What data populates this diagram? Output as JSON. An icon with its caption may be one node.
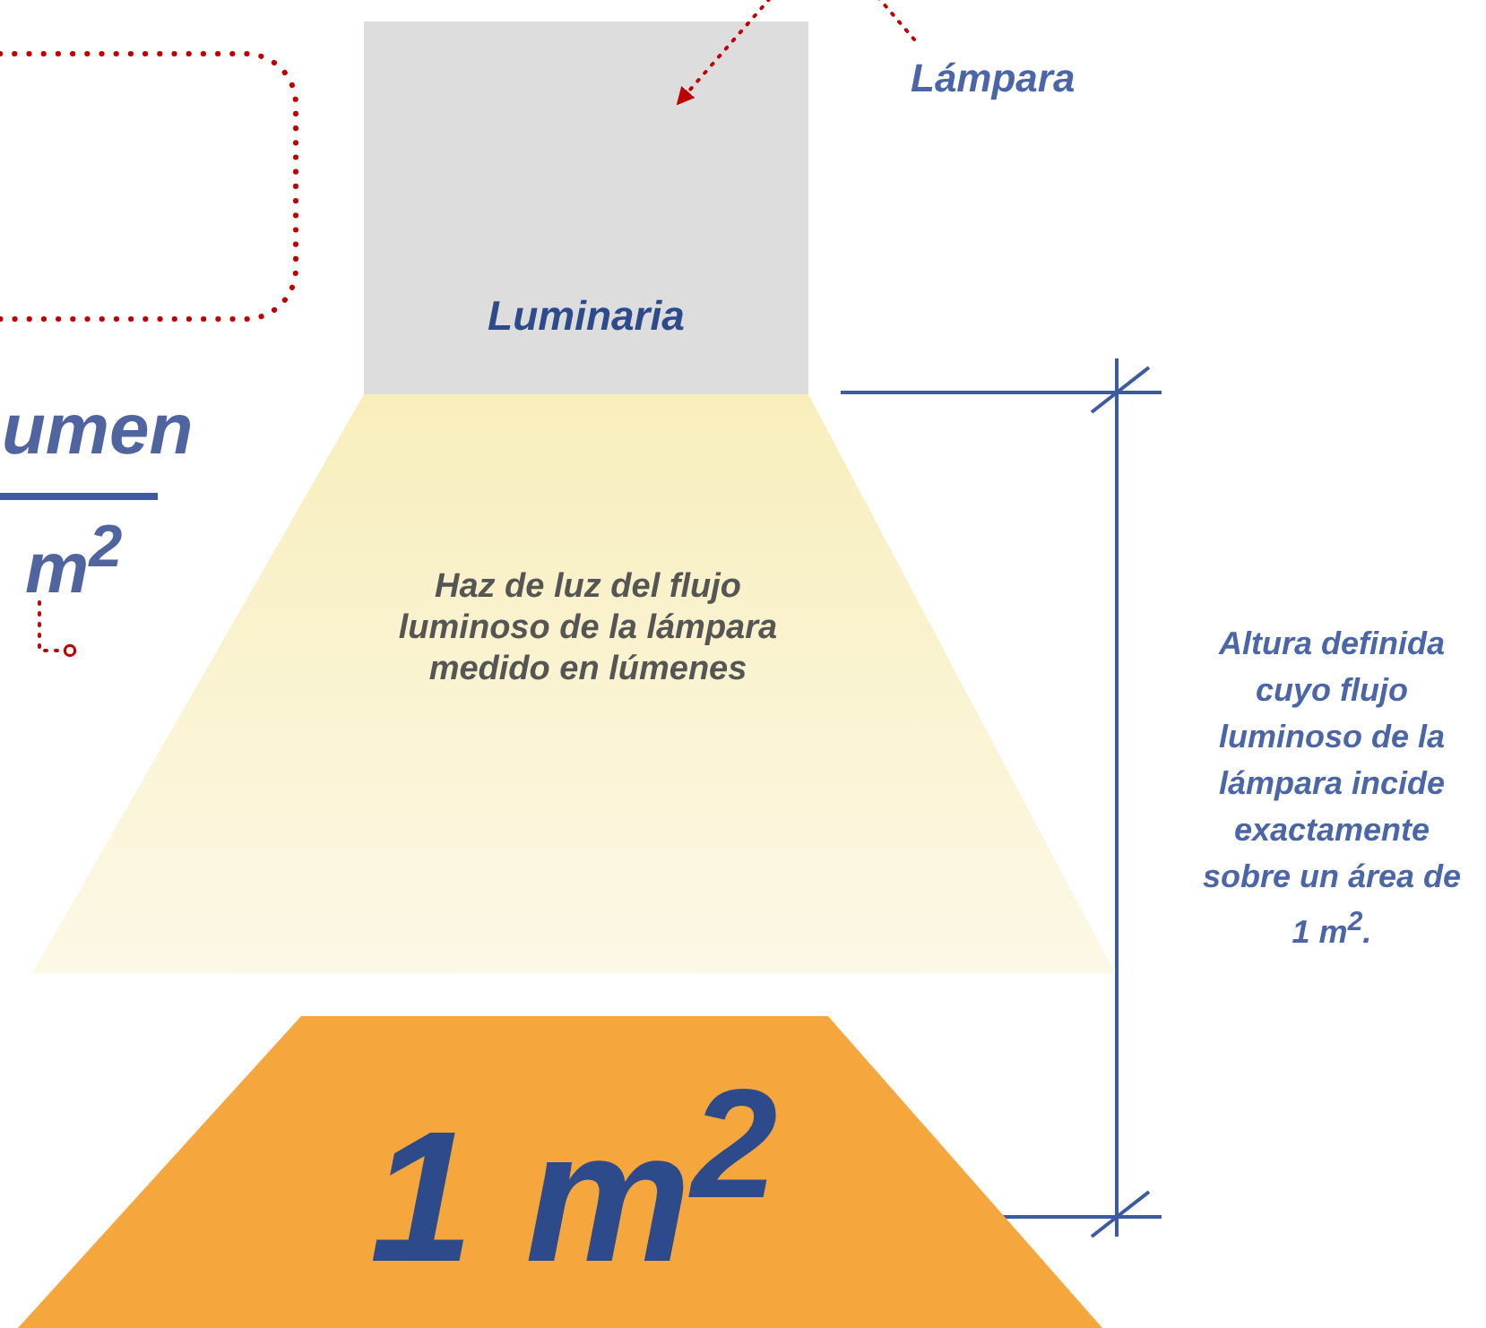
{
  "diagram": {
    "nodes": [
      {
        "text": [],
        "shape": "box"
      },
      {
        "text": [
          "Luminaria"
        ]
      },
      {
        "text": [
          "Lámpara"
        ]
      },
      {
        "text": [
          "umen",
          "m$^{2}$"
        ]
      },
      {
        "text": [
          "Haz de luz del flujo luminoso de la lámpara medido en lúmenes"
        ]
      },
      {
        "text": [
          "1 m$^{2}$"
        ]
      }
    ],
    "edges": [
      {
        "from": 2,
        "to": 1,
        "arrow": "to",
        "style": "dashed"
      },
      {
        "from": 3,
        "to": null,
        "arrow": "other",
        "style": "dashed"
      }
    ],
    "labels": [
      "Altura definida cuyo flujo luminoso de la lámpara incide exactamente sobre un área de 1 m$^{2}$."
    ]
  }
}
